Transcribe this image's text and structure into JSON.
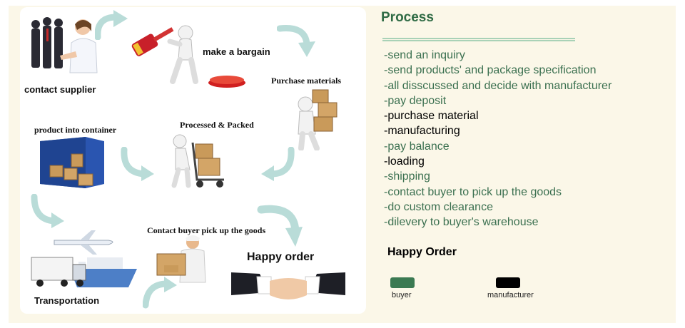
{
  "diagram": {
    "steps": {
      "contact_supplier": "contact supplier",
      "make_a_bargain": "make a bargain",
      "purchase_materials": "Purchase materials",
      "processed_packed": "Processed & Packed",
      "product_into_container": "product into container",
      "transportation": "Transportation",
      "contact_buyer": "Contact buyer pick up the goods",
      "happy_order": "Happy order"
    }
  },
  "panel": {
    "title": "Process",
    "steps": [
      {
        "text": "-send an inquiry",
        "party": "buyer"
      },
      {
        "text": "-send products' and package specification",
        "party": "buyer"
      },
      {
        "text": "-all disscussed and decide with manufacturer",
        "party": "buyer"
      },
      {
        "text": "-pay deposit",
        "party": "buyer"
      },
      {
        "text": "-purchase material",
        "party": "manufacturer"
      },
      {
        "text": "-manufacturing",
        "party": "manufacturer"
      },
      {
        "text": "-pay balance",
        "party": "buyer"
      },
      {
        "text": "-loading",
        "party": "manufacturer"
      },
      {
        "text": "-shipping",
        "party": "buyer"
      },
      {
        "text": "-contact buyer to pick up the goods",
        "party": "buyer"
      },
      {
        "text": "-do custom clearance",
        "party": "buyer"
      },
      {
        "text": "-dilevery to buyer's warehouse",
        "party": "buyer"
      }
    ],
    "happy_order": "Happy Order",
    "legend": [
      {
        "label": "buyer",
        "color": "#3b7a52"
      },
      {
        "label": "manufacturer",
        "color": "#000000"
      }
    ]
  },
  "colors": {
    "title": "#2f6b45",
    "buyer_text": "#3b7050",
    "manufacturer_text": "#000000",
    "arrow": "#b9dcd8",
    "background": "#fbf7e8"
  },
  "icons": [
    "business-people-icon",
    "gavel-figure-icon",
    "carrying-boxes-figure-icon",
    "hand-truck-figure-icon",
    "truck-container-icon",
    "airplane-icon",
    "ship-icon",
    "delivery-man-icon",
    "handshake-icon",
    "curved-arrow-icon"
  ]
}
